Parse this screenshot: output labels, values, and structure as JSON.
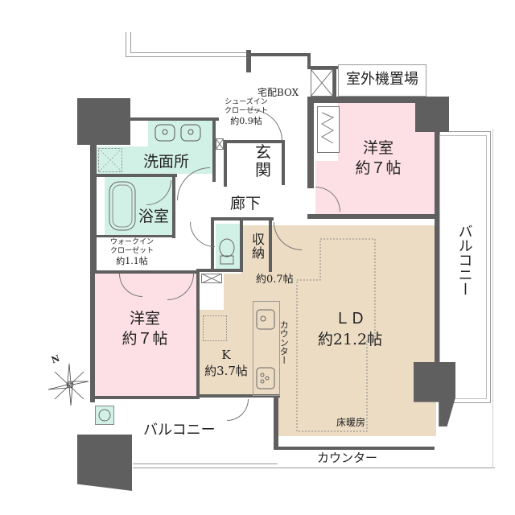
{
  "rooms": {
    "western_room_north": {
      "name": "洋室",
      "size": "約７帖"
    },
    "western_room_south": {
      "name": "洋室",
      "size": "約７帖"
    },
    "ld": {
      "name": "ＬＤ",
      "size": "約21.2帖",
      "note": "床暖房"
    },
    "kitchen": {
      "name": "K",
      "size": "約3.7帖"
    },
    "entrance": {
      "name": "玄関"
    },
    "hallway": {
      "name": "廊下"
    },
    "washroom": {
      "name": "洗面所"
    },
    "bathroom": {
      "name": "浴室"
    },
    "storage": {
      "name": "収納",
      "size": "約0.7帖"
    },
    "shoes_closet": {
      "name_line1": "シューズイン",
      "name_line2": "クローゼット",
      "size": "約0.9帖"
    },
    "walk_in_closet": {
      "name_line1": "ウォークイン",
      "name_line2": "クローゼット",
      "size": "約1.1帖"
    },
    "delivery_box": {
      "name": "宅配BOX"
    },
    "outdoor_unit_area": {
      "name": "室外機置場"
    },
    "balcony_east": {
      "name": "バルコニー"
    },
    "balcony_south": {
      "name": "バルコニー"
    },
    "kitchen_counter": {
      "name": "カウンター"
    },
    "ld_counter": {
      "name": "カウンター"
    }
  },
  "compass": {
    "north_label": "N"
  },
  "colors": {
    "western_room": "#fde0e6",
    "wet_area": "#d2f1e6",
    "living": "#ecdcc4",
    "wall": "#5f5f5f"
  }
}
